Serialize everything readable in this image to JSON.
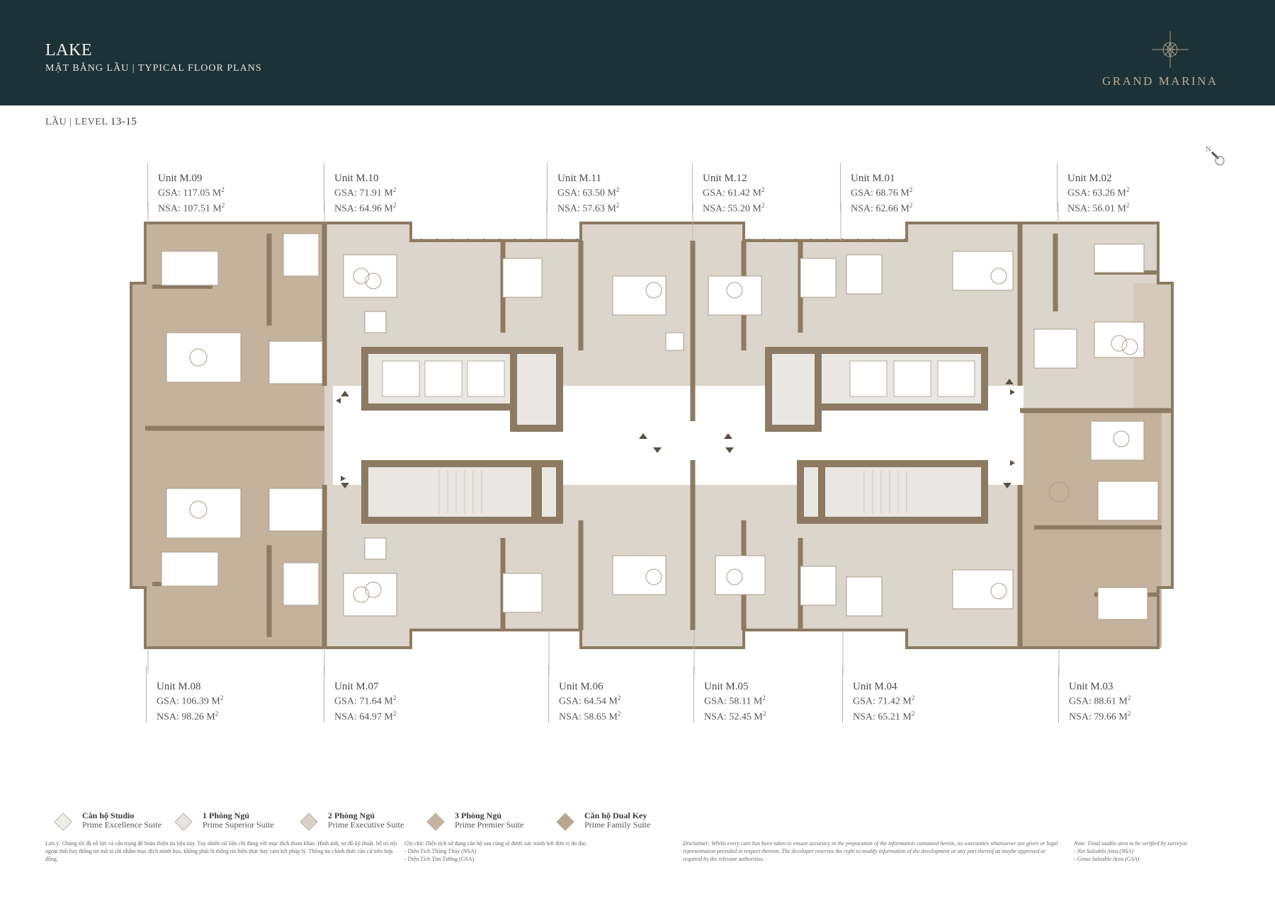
{
  "header": {
    "title": "LAKE",
    "subtitle": "MẶT BẰNG LẦU  |  TYPICAL FLOOR PLANS",
    "brand": "GRAND MARINA",
    "logo_icon": "compass-rose-icon",
    "background_color": "#1c3237",
    "brand_color": "#b9ab8f"
  },
  "level": {
    "prefix": "LẦU | LEVEL ",
    "value": "13-15"
  },
  "north_arrow": {
    "label": "N",
    "icon": "north-arrow-icon"
  },
  "units_top": [
    {
      "name": "Unit M.09",
      "gsa": "GSA: 117.05 M",
      "nsa": "NSA: 107.51 M",
      "type": "dual-key"
    },
    {
      "name": "Unit M.10",
      "gsa": "GSA: 71.91  M",
      "nsa": "NSA: 64.96 M",
      "type": "2-bedroom"
    },
    {
      "name": "Unit M.11",
      "gsa": "GSA: 63.50 M",
      "nsa": "NSA: 57.63  M",
      "type": "2-bedroom"
    },
    {
      "name": "Unit M.12",
      "gsa": "GSA: 61.42  M",
      "nsa": "NSA: 55.20 M",
      "type": "2-bedroom"
    },
    {
      "name": "Unit M.01",
      "gsa": "GSA: 68.76  M",
      "nsa": "NSA: 62.66  M",
      "type": "2-bedroom"
    },
    {
      "name": "Unit M.02",
      "gsa": "GSA: 63.26 M",
      "nsa": "NSA: 56.01  M",
      "type": "2-bedroom"
    }
  ],
  "units_bottom": [
    {
      "name": "Unit M.08",
      "gsa": "GSA: 106.39 M",
      "nsa": "NSA: 98.26   M",
      "type": "dual-key"
    },
    {
      "name": "Unit M.07",
      "gsa": "GSA: 71.64  M",
      "nsa": "NSA: 64.97 M",
      "type": "2-bedroom"
    },
    {
      "name": "Unit M.06",
      "gsa": "GSA: 64.54 M",
      "nsa": "NSA: 58.65  M",
      "type": "2-bedroom"
    },
    {
      "name": "Unit M.05",
      "gsa": "GSA: 58.11   M",
      "nsa": "NSA: 52.45 M",
      "type": "2-bedroom"
    },
    {
      "name": "Unit M.04",
      "gsa": "GSA: 71.42  M",
      "nsa": "NSA: 65.21  M",
      "type": "2-bedroom"
    },
    {
      "name": "Unit M.03",
      "gsa": "GSA: 88.61  M",
      "nsa": "NSA: 79.66  M",
      "type": "3-bedroom"
    }
  ],
  "unit_superscript": "2",
  "legend": [
    {
      "vn": "Căn hộ Studio",
      "en": "Prime Excellence Suite",
      "color": "#efedea"
    },
    {
      "vn": "1 Phòng Ngủ",
      "en": "Prime Superior Suite",
      "color": "#e8e3dc"
    },
    {
      "vn": "2 Phòng Ngủ",
      "en": "Prime Executive Suite",
      "color": "#d9d1c6"
    },
    {
      "vn": "3 Phòng Ngủ",
      "en": "Prime Premier Suite",
      "color": "#c4b29d"
    },
    {
      "vn": "Căn hộ Dual Key",
      "en": "Prime Family Suite",
      "color": "#b9a691"
    }
  ],
  "notes": {
    "vn_disclaimer": "Lưu ý: Chúng tôi đã nỗ lực và cẩn trọng để hoàn thiện tài liệu này. Tuy nhiên tài liệu chỉ dùng với mục đích tham khảo. Hình ảnh, sơ đồ kỹ thuật, bố trí nội ngoại thất hay thông tin mô tả chỉ nhằm mục đích minh họa, không phải là thông tin hiện thực hay cam kết pháp lý. Thông tin chính thức căn cứ trên hợp đồng.",
    "vn_area_note": "Ghi chú: Diện tích sử dụng căn hộ sau cùng sẽ được xác minh bởi đơn vị đo đạc.",
    "vn_nsa": "- Diện Tích Thông Thủy (NSA)",
    "vn_gsa": "- Diện Tích Tim Tường (GSA)",
    "en_disclaimer": "Disclaimer: Whilst every care has been taken to ensure accuracy in the preparation of the information contained herein, no warranties whatsoever are given or legal representation provided in respect thereon. The developer reserves the right to modify information of the development or any part thereof as maybe approved or required by the relevant authorities.",
    "en_area_note": "Note: Final usable area to be verified by surveyor.",
    "en_nsa": "- Net Saleable Area (NSA)",
    "en_gsa": "- Gross Saleable Area (GSA)"
  },
  "plan_colors": {
    "wall": "#8c7a62",
    "dual_key_fill": "#c4b29d",
    "two_bed_fill": "#dcd5cb",
    "three_bed_fill": "#d4c9ba",
    "core_fill": "#e9e7e3",
    "corridor_fill": "#ffffff",
    "furniture": "#ffffff"
  }
}
